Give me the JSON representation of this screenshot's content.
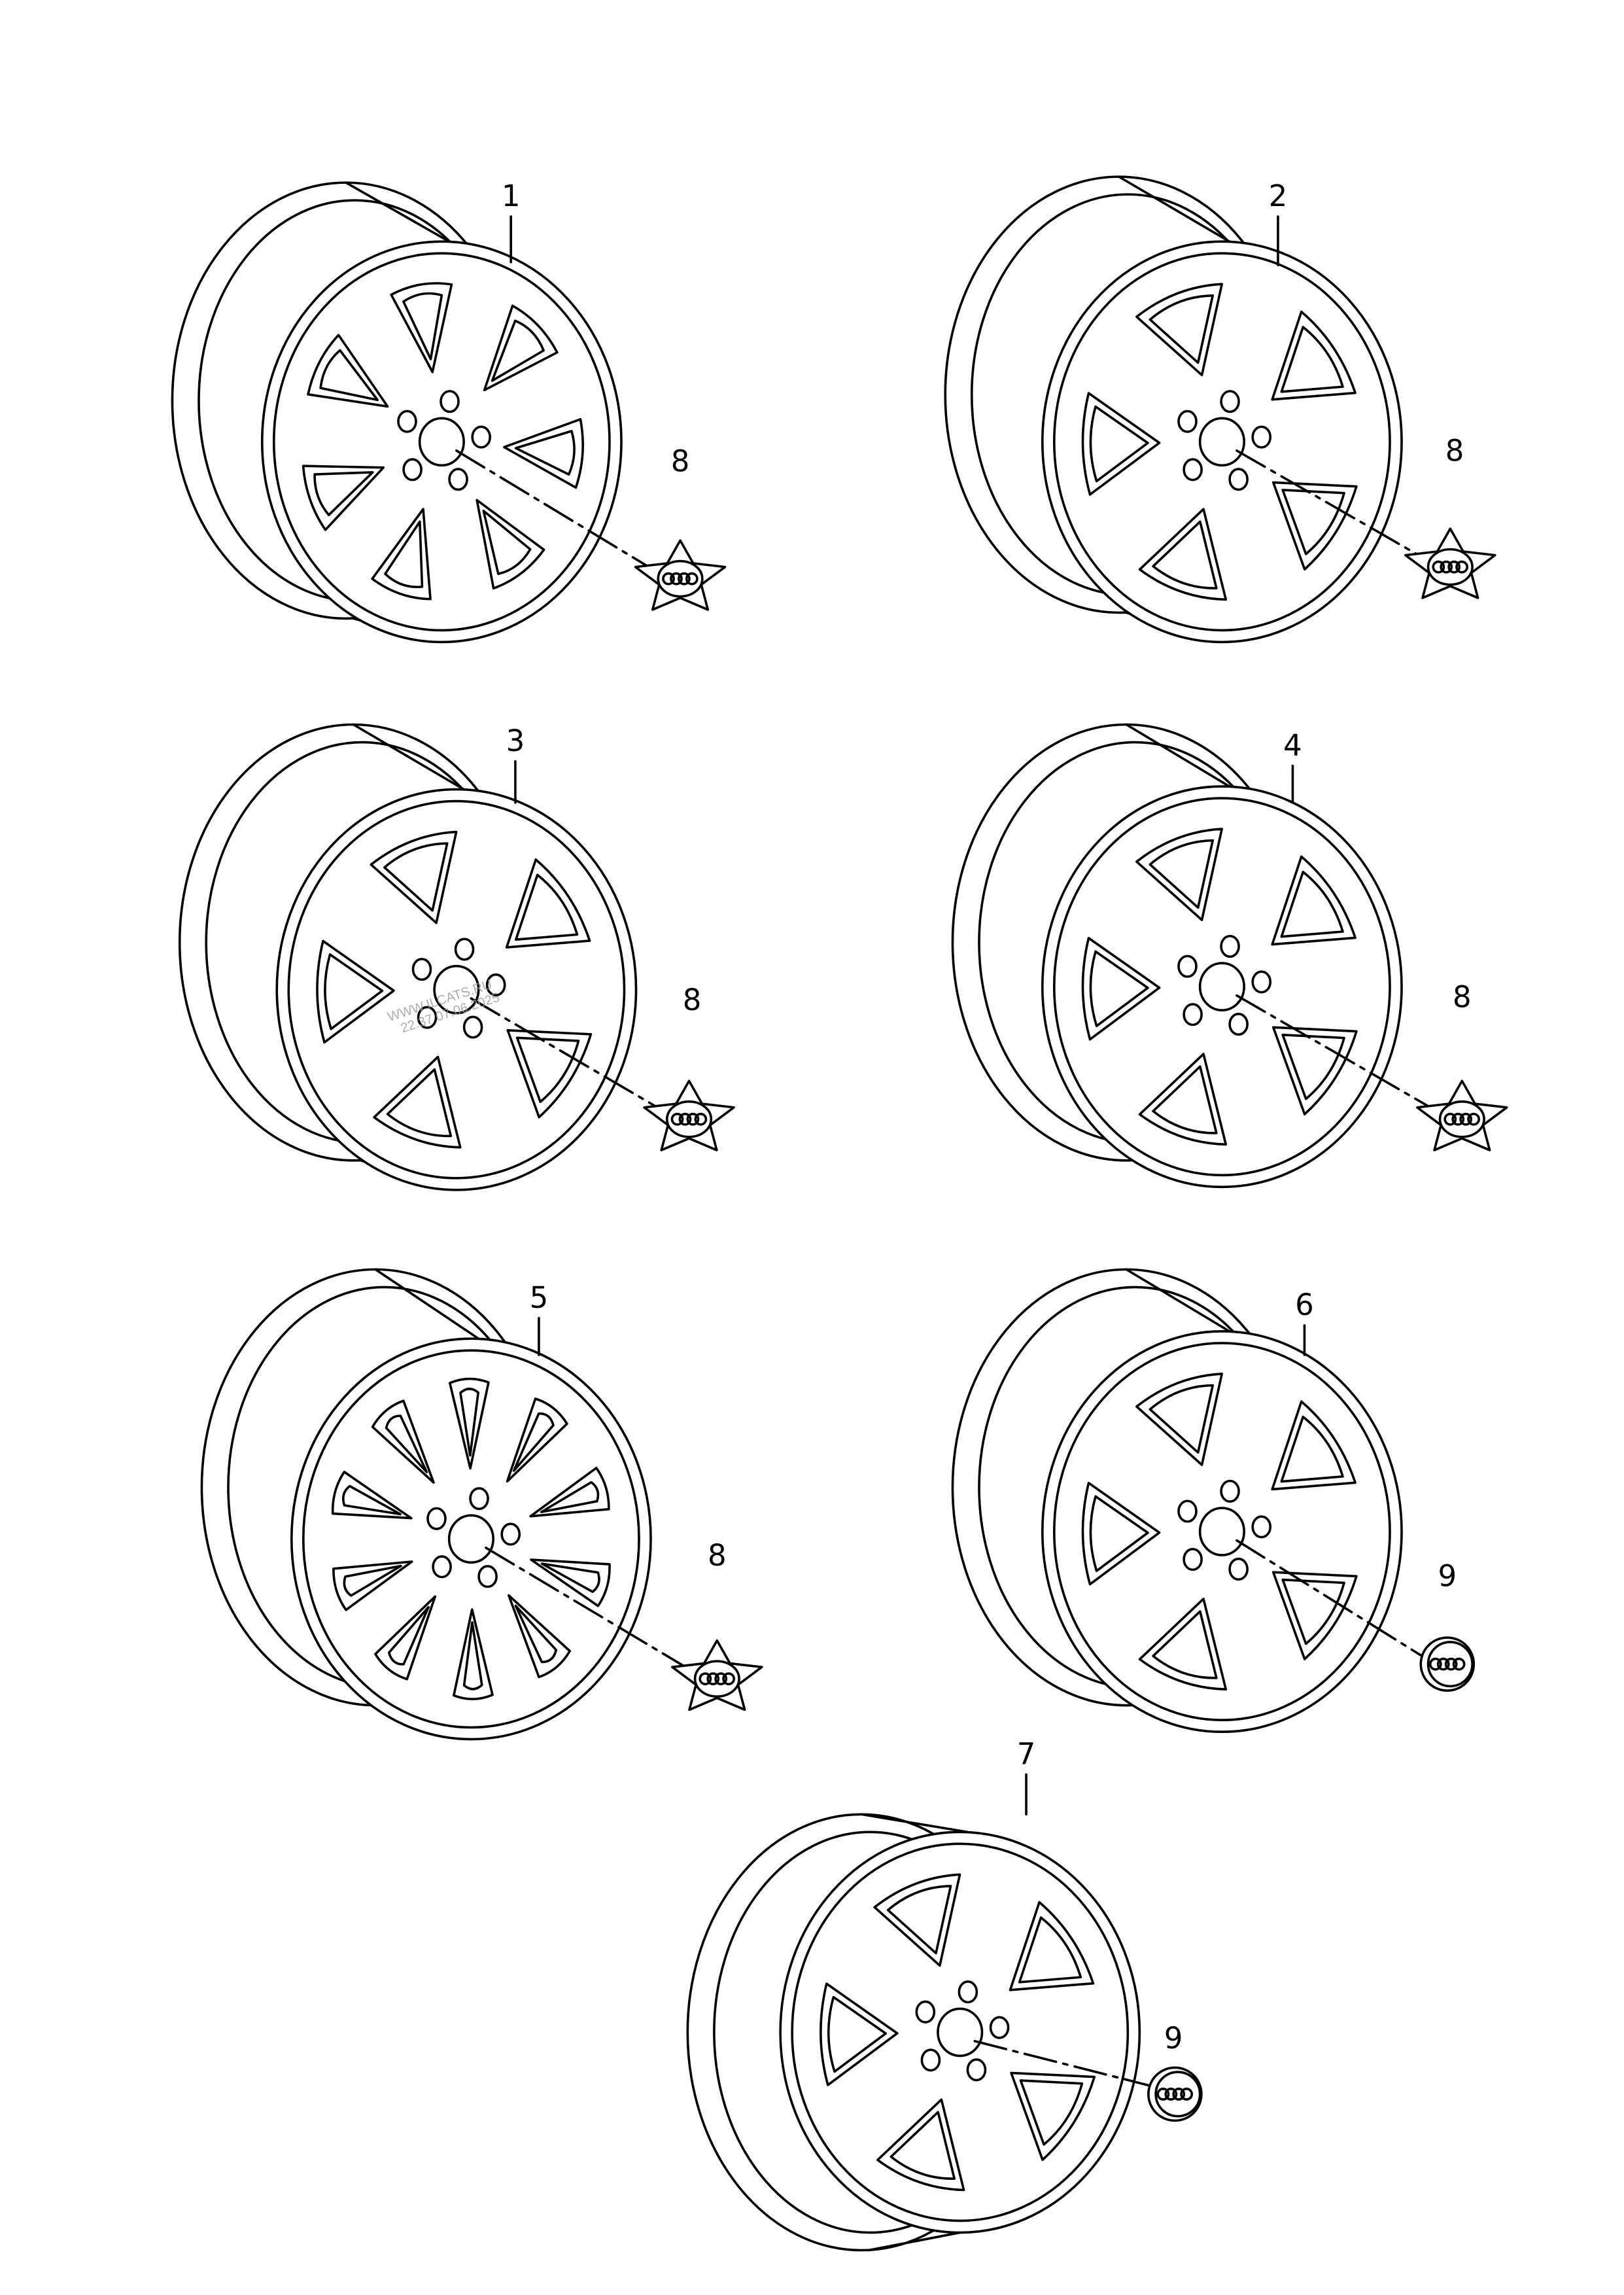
{
  "diagram": {
    "title": "",
    "wheels": [
      {
        "pos": "1",
        "spokes": 7
      },
      {
        "pos": "2",
        "spokes": 5
      },
      {
        "pos": "3",
        "spokes": 5
      },
      {
        "pos": "4",
        "spokes": 5
      },
      {
        "pos": "5",
        "spokes": 10
      },
      {
        "pos": "6",
        "spokes": 5
      },
      {
        "pos": "7",
        "spokes": 5
      }
    ],
    "caps": [
      {
        "pos": "8",
        "type": "star"
      },
      {
        "pos": "8",
        "type": "star"
      },
      {
        "pos": "8",
        "type": "star"
      },
      {
        "pos": "8",
        "type": "star"
      },
      {
        "pos": "8",
        "type": "star"
      },
      {
        "pos": "9",
        "type": "round"
      },
      {
        "pos": "9",
        "type": "round"
      }
    ],
    "watermark": [
      "WWW.ILCATS.RU",
      "22.37 07.06.2025"
    ]
  }
}
